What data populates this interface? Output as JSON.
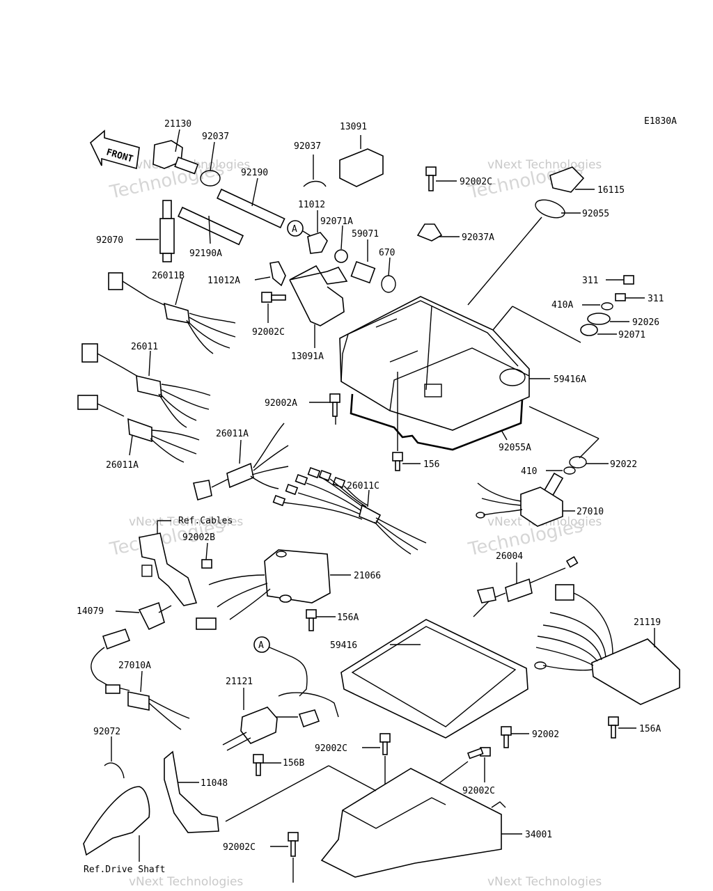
{
  "diagram_code": "E1830A",
  "front_arrow": "FRONT",
  "watermark": "vNext Technologies",
  "watermark_big": "Technologies",
  "parts": {
    "p21130": "21130",
    "p92037": "92037",
    "p92037b": "92037",
    "p13091": "13091",
    "p92190": "92190",
    "p11012": "11012",
    "p92190A": "92190A",
    "p92070": "92070",
    "p92071A": "92071A",
    "p59071": "59071",
    "p670": "670",
    "p11012A": "11012A",
    "p92002C_top": "92002C",
    "p92037A": "92037A",
    "p16115": "16115",
    "p92055": "92055",
    "p311a": "311",
    "p311b": "311",
    "p410A": "410A",
    "p92026": "92026",
    "p92071": "92071",
    "p26011B": "26011B",
    "p92002C_mid": "92002C",
    "p13091A": "13091A",
    "p26011": "26011",
    "p59416A": "59416A",
    "p92002A": "92002A",
    "p26011A_top": "26011A",
    "p26011A": "26011A",
    "p92055A": "92055A",
    "p156": "156",
    "p410": "410",
    "p92022": "92022",
    "p26011C": "26011C",
    "p27010": "27010",
    "pRefCables": "Ref.Cables",
    "p92002B": "92002B",
    "p26004": "26004",
    "p21066": "21066",
    "p14079": "14079",
    "p156A": "156A",
    "p59416": "59416",
    "p21119": "21119",
    "p27010A": "27010A",
    "p21121": "21121",
    "p156A_b": "156A",
    "p92002": "92002",
    "p92072": "92072",
    "p156B": "156B",
    "p92002C_low": "92002C",
    "p11048": "11048",
    "p92002C_r": "92002C",
    "p34001": "34001",
    "p92002C_bot": "92002C",
    "pRefDrive": "Ref.Drive Shaft",
    "callout_A1": "A",
    "callout_A2": "A"
  }
}
